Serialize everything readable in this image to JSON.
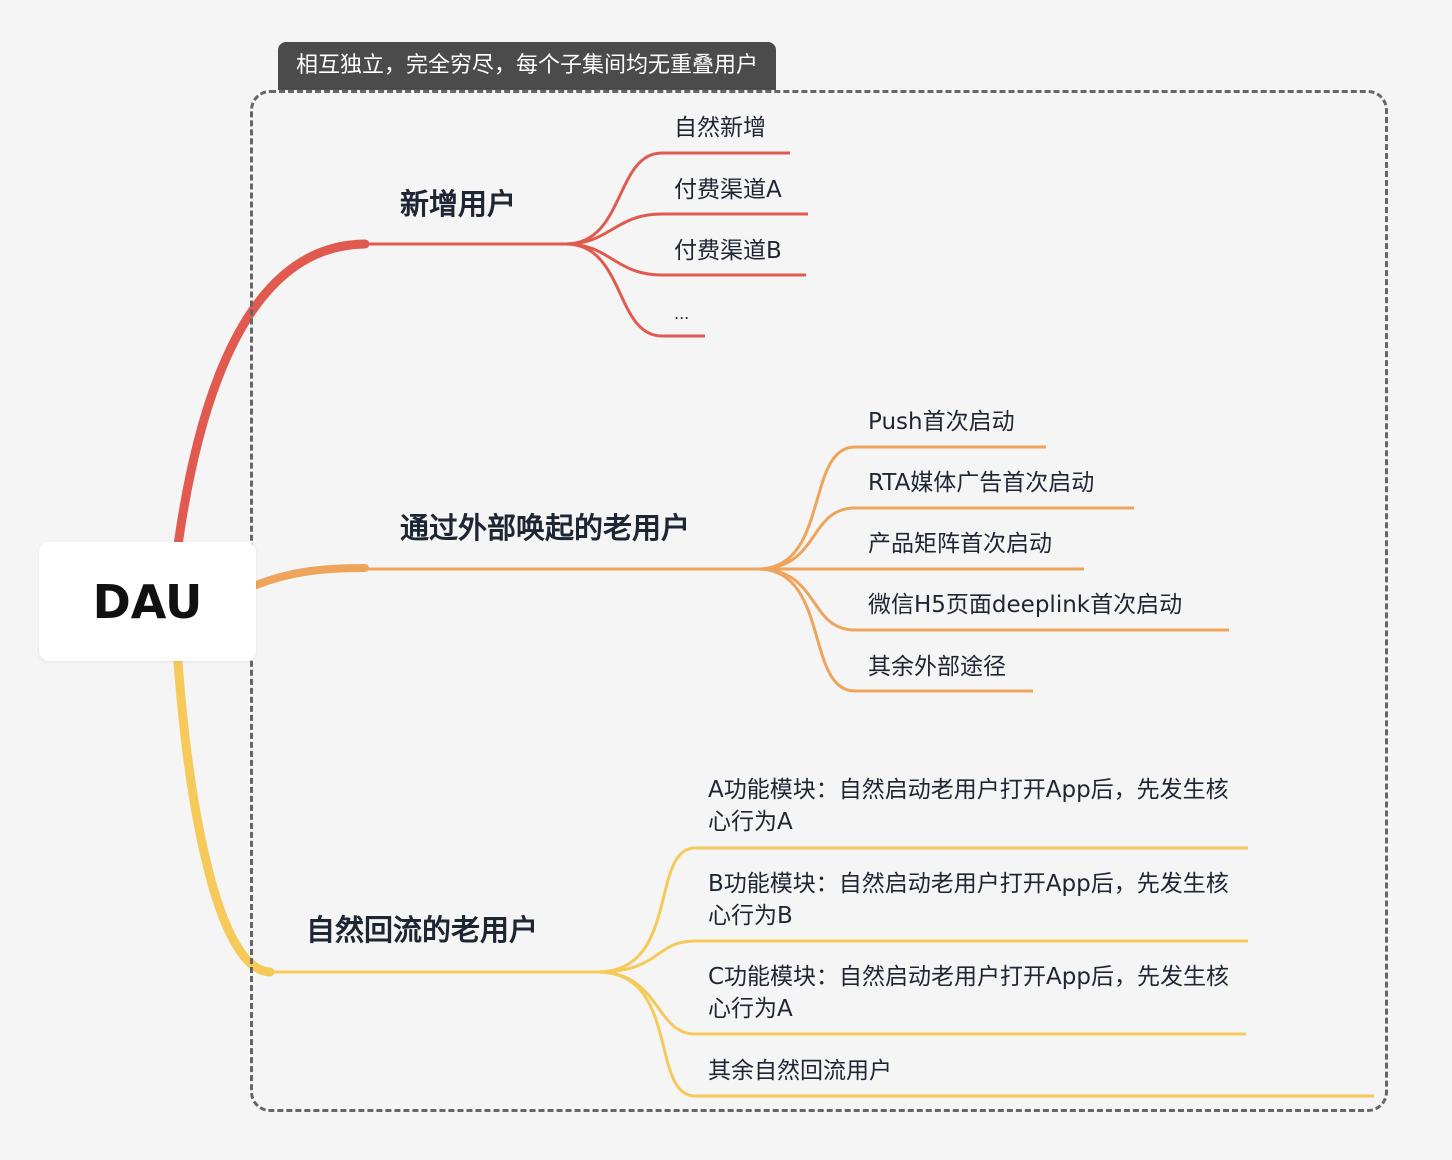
{
  "root": {
    "label": "DAU"
  },
  "boundary": {
    "label": "相互独立，完全穷尽，每个子集间均无重叠用户"
  },
  "colors": {
    "red": "#e05a4f",
    "orange": "#eea45a",
    "yellow": "#f5ca5a",
    "boundary": "#666666",
    "label_bg": "#4b4b4b"
  },
  "branches": [
    {
      "label": "新增用户",
      "children": [
        "自然新增",
        "付费渠道A",
        "付费渠道B",
        "..."
      ]
    },
    {
      "label": "通过外部唤起的老用户",
      "children": [
        "Push首次启动",
        "RTA媒体广告首次启动",
        "产品矩阵首次启动",
        "微信H5页面deeplink首次启动",
        "其余外部途径"
      ]
    },
    {
      "label": "自然回流的老用户",
      "children": [
        "A功能模块：自然启动老用户打开App后，先发生核心行为A",
        "B功能模块：自然启动老用户打开App后，先发生核心行为B",
        "C功能模块：自然启动老用户打开App后，先发生核心行为A",
        "其余自然回流用户"
      ]
    }
  ]
}
